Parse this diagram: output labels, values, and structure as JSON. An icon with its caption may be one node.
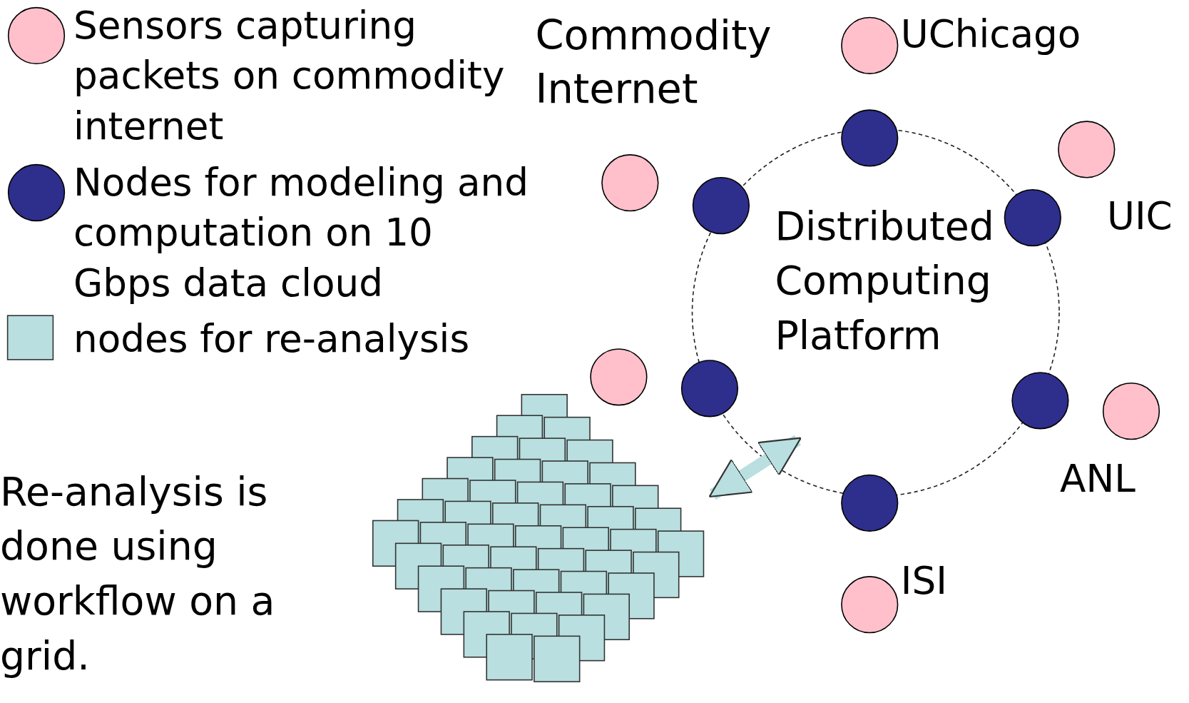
{
  "diagram": {
    "nodes": [
      {
        "text": [
          "Distributed Computing Platform"
        ]
      },
      {
        "text": [],
        "shape": "circle"
      },
      {
        "text": [],
        "shape": "circle"
      },
      {
        "text": [],
        "shape": "circle"
      },
      {
        "text": [],
        "shape": "circle"
      },
      {
        "text": [],
        "shape": "circle"
      },
      {
        "text": [],
        "shape": "circle"
      },
      {
        "text": [],
        "shape": "circle"
      },
      {
        "text": [],
        "shape": "circle"
      },
      {
        "text": [],
        "shape": "circle"
      },
      {
        "text": [],
        "shape": "circle"
      },
      {
        "text": [],
        "shape": "circle"
      },
      {
        "text": [],
        "shape": "circle"
      },
      {
        "text": [],
        "shape": "box"
      }
    ],
    "edges": [
      {
        "from": 13,
        "to": 0,
        "arrow": "both"
      }
    ],
    "labels": [
      "Commodity Internet",
      "UChicago",
      "UIC",
      "ANL",
      "ISI",
      "Re-analysis is done using workflow on a grid."
    ],
    "legend": [
      {
        "text": "Sensors capturing packets on commodity internet",
        "color": "#ffc0cb"
      },
      {
        "text": "Nodes for modeling and computation on 10 Gbps data cloud",
        "color": "#2e2e8c"
      },
      {
        "text": "nodes for re-analysis",
        "color": "#b9dfe0"
      }
    ]
  }
}
